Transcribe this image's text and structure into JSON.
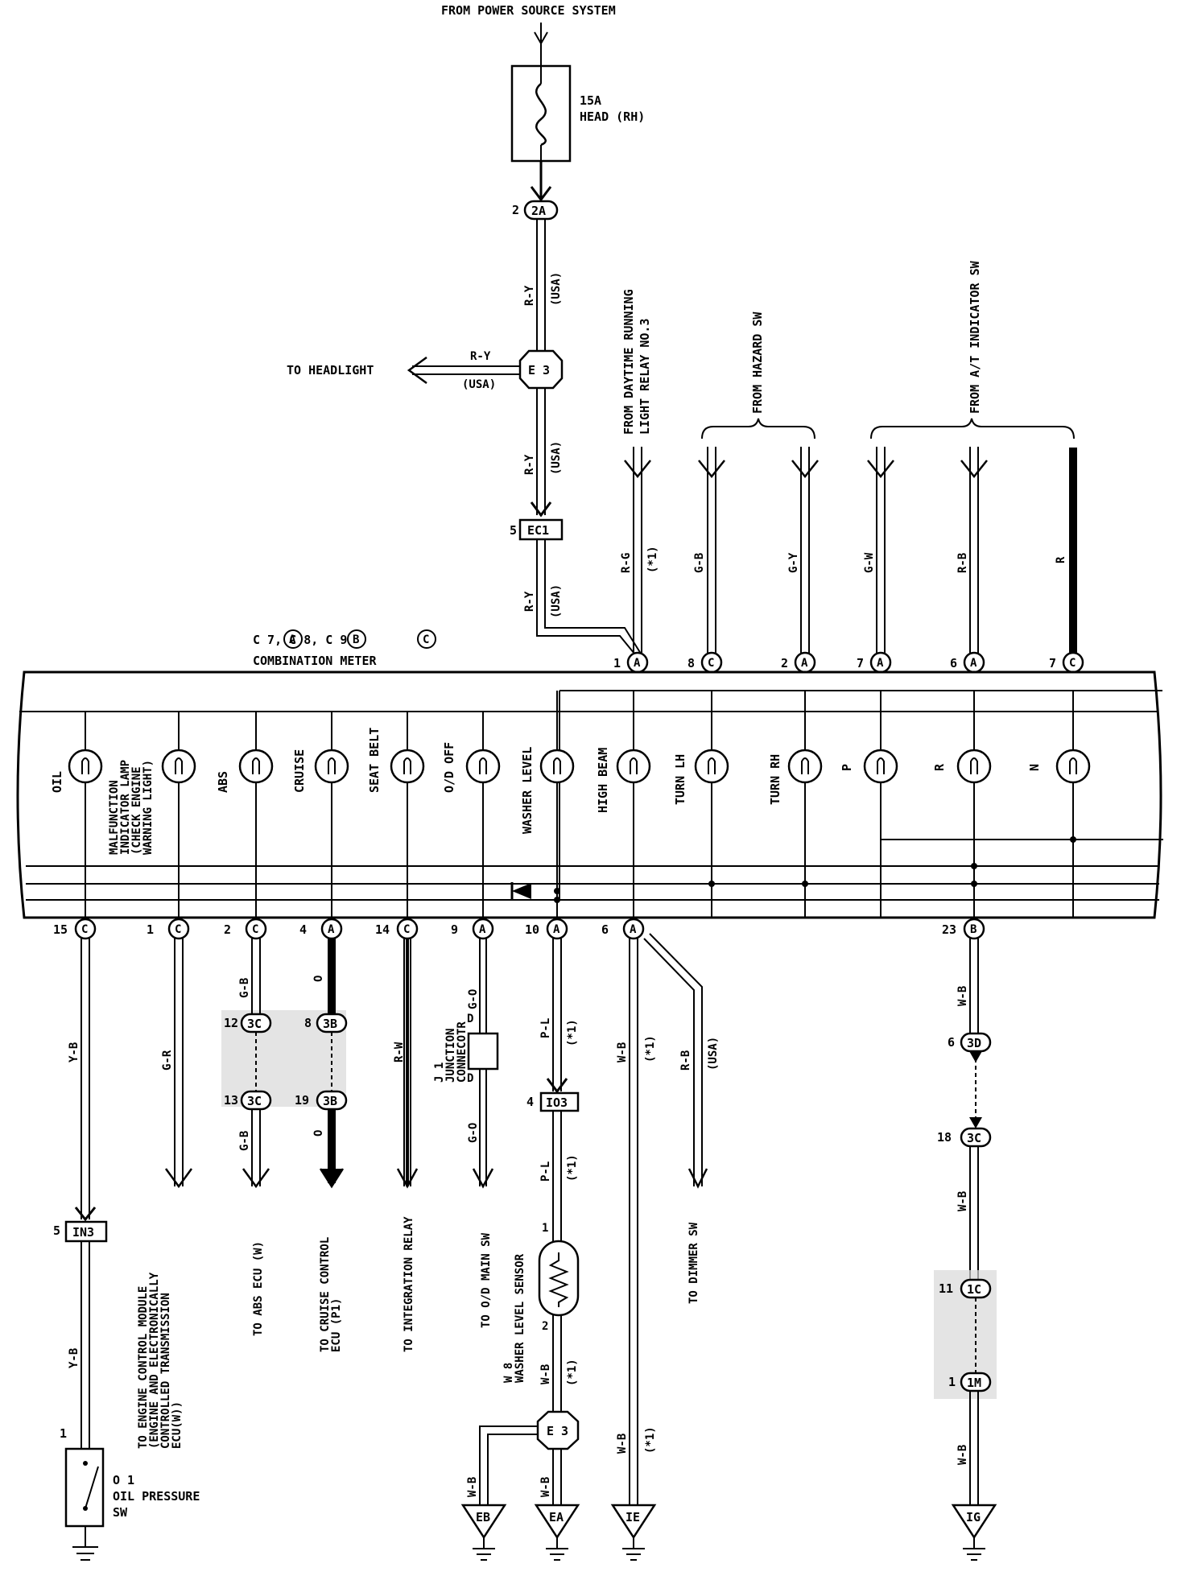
{
  "title": "FROM POWER SOURCE SYSTEM",
  "fuse": {
    "rating": "15A",
    "name": "HEAD (RH)",
    "pin": "2",
    "connector": "2A"
  },
  "junction_e3_top": {
    "label": "E 3",
    "to": "TO HEADLIGHT",
    "wire": "R-Y",
    "note": "(USA)"
  },
  "wire_labels": {
    "ry": "R-Y",
    "usa": "(USA)",
    "rg": "R-G",
    "star1": "(*1)",
    "gb": "G-B",
    "gy": "G-Y",
    "gw": "G-W",
    "rb": "R-B",
    "r": "R",
    "yb": "Y-B",
    "gr": "G-R",
    "o": "O",
    "rw": "R-W",
    "go": "G-O",
    "pl": "P-L",
    "wb": "W-B",
    "d": "D"
  },
  "ec1": {
    "pin": "5",
    "label": "EC1"
  },
  "from_labels": {
    "drl": "FROM DAYTIME RUNNING",
    "drl2": "LIGHT RELAY NO.3",
    "hazard": "FROM HAZARD SW",
    "at": "FROM A/T INDICATOR SW"
  },
  "meter": {
    "connectors": "C 7, C 8, C 9",
    "connector_letters": [
      "A",
      "B",
      "C"
    ],
    "name": "COMBINATION METER",
    "lamps": {
      "oil": "OIL",
      "mil1": "MALFUNCTION",
      "mil2": "INDICATOR LAMP",
      "mil3": "(CHECK ENGINE",
      "mil4": "WARNING LIGHT)",
      "abs": "ABS",
      "cruise": "CRUISE",
      "seatbelt": "SEAT BELT",
      "odoff": "O/D OFF",
      "washer": "WASHER LEVEL",
      "highbeam": "HIGH BEAM",
      "turnlh": "TURN LH",
      "turnrh": "TURN RH",
      "p": "P",
      "r": "R",
      "n": "N"
    },
    "top_pins": [
      {
        "num": "1",
        "conn": "A"
      },
      {
        "num": "8",
        "conn": "C"
      },
      {
        "num": "2",
        "conn": "A"
      },
      {
        "num": "7",
        "conn": "A"
      },
      {
        "num": "6",
        "conn": "A"
      },
      {
        "num": "7",
        "conn": "C"
      }
    ],
    "bottom_pins": [
      {
        "num": "15",
        "conn": "C"
      },
      {
        "num": "1",
        "conn": "C"
      },
      {
        "num": "2",
        "conn": "C"
      },
      {
        "num": "4",
        "conn": "A"
      },
      {
        "num": "14",
        "conn": "C"
      },
      {
        "num": "9",
        "conn": "A"
      },
      {
        "num": "10",
        "conn": "A"
      },
      {
        "num": "6",
        "conn": "A"
      },
      {
        "num": "23",
        "conn": "B"
      }
    ]
  },
  "connectors": {
    "c12": {
      "pin": "12",
      "label": "3C"
    },
    "c13": {
      "pin": "13",
      "label": "3C"
    },
    "c8": {
      "pin": "8",
      "label": "3B"
    },
    "c19": {
      "pin": "19",
      "label": "3B"
    },
    "c6": {
      "pin": "6",
      "label": "3D"
    },
    "c18": {
      "pin": "18",
      "label": "3C"
    },
    "c11": {
      "pin": "11",
      "label": "1C"
    },
    "c1": {
      "pin": "1",
      "label": "1M"
    },
    "in3": {
      "pin": "5",
      "label": "IN3"
    },
    "io3": {
      "pin": "4",
      "label": "IO3"
    },
    "e3b": {
      "label": "E 3"
    }
  },
  "j1": {
    "name": "J 1",
    "l1": "JUNCTION",
    "l2": "CONNECOTR"
  },
  "destinations": {
    "ecm1": "TO ENGINE CONTROL MODULE",
    "ecm2": "(ENGINE AND ELECTRONICALLY",
    "ecm3": "CONTROLLED TRANSMISSION",
    "ecm4": "ECU(W))",
    "abs": "TO ABS ECU (W)",
    "cruise1": "TO CRUISE CONTROL",
    "cruise2": "ECU (P1)",
    "integration": "TO INTEGRATION RELAY",
    "odmain": "TO O/D MAIN SW",
    "dimmer": "TO DIMMER SW"
  },
  "sensor": {
    "name": "W 8",
    "l1": "WASHER LEVEL SENSOR",
    "pin1": "1",
    "pin2": "2"
  },
  "oil_sw": {
    "name": "O 1",
    "l1": "OIL PRESSURE",
    "l2": "SW",
    "pin": "1"
  },
  "grounds": [
    "EB",
    "EA",
    "IE",
    "IG"
  ]
}
